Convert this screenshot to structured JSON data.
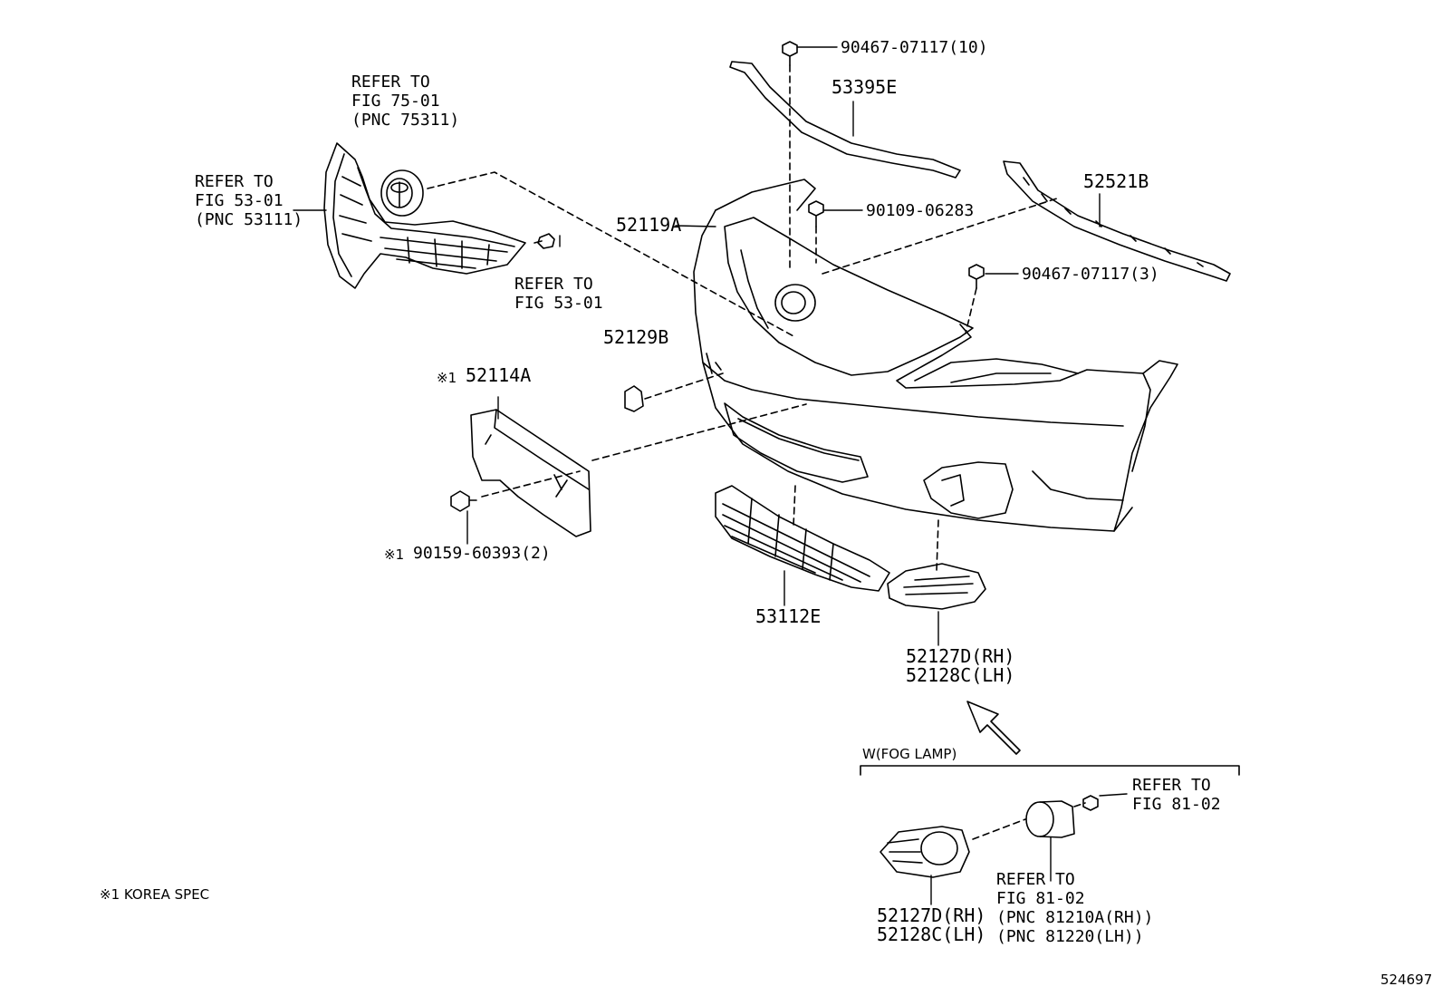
{
  "labels": {
    "grille_emblem_ref": [
      "REFER TO",
      "FIG 75-01",
      "(PNC 75311)"
    ],
    "grille_ref": [
      "REFER TO",
      "FIG 53-01",
      "(PNC 53111)"
    ],
    "grille_screw_ref": [
      "REFER TO",
      "FIG 53-01"
    ],
    "bolt_top": "90467-07117(10)",
    "retainer_top": "53395E",
    "bumper_cover": "52119A",
    "bolt_mid": "90109-06283",
    "retainer_side": "52521B",
    "bolt_side": "90467-07117(3)",
    "cap": "52129B",
    "bracket_mark": "※1",
    "bracket": "52114A",
    "bracket_screw_mark": "※1",
    "bracket_screw": "90159-60393(2)",
    "lower_grille": "53112E",
    "fog_cover_rh": "52127D(RH)",
    "fog_cover_lh": "52128C(LH)",
    "fog_group": "W(FOG LAMP)",
    "fog_screw_ref": [
      "REFER TO",
      "FIG 81-02"
    ],
    "fog_cover2_rh": "52127D(RH)",
    "fog_cover2_lh": "52128C(LH)",
    "fog_lamp_ref": [
      "REFER TO",
      "FIG 81-02",
      "(PNC 81210A(RH))",
      "(PNC 81220(LH))"
    ],
    "note": "※1 KOREA SPEC",
    "figure_id": "524697"
  }
}
